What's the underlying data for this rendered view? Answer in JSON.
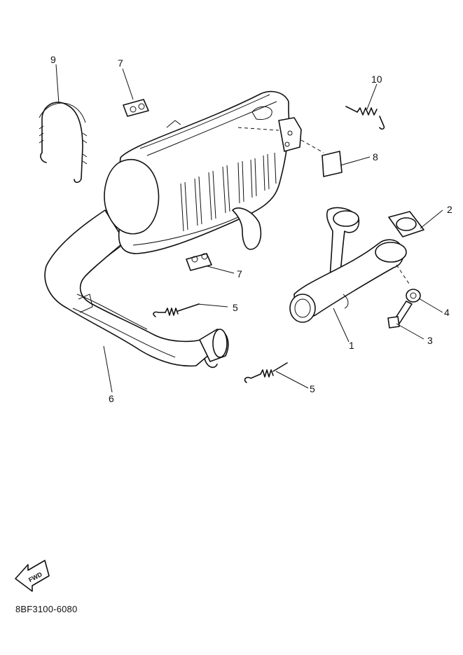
{
  "callouts": {
    "c1": "1",
    "c2": "2",
    "c3": "3",
    "c4": "4",
    "c5a": "5",
    "c5b": "5",
    "c6": "6",
    "c7a": "7",
    "c7b": "7",
    "c8": "8",
    "c9": "9",
    "c10": "10"
  },
  "fwd_label": "FWD",
  "diagram_code": "8BF3100-6080",
  "icons": [
    "spring-icon",
    "forward-arrow-icon"
  ]
}
